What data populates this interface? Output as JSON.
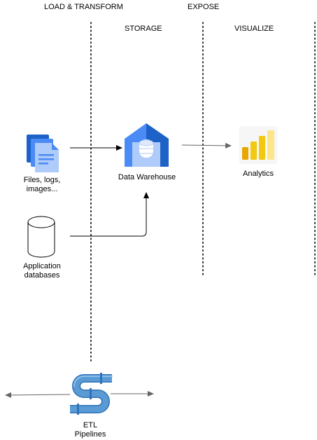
{
  "headers": {
    "load_transform": "LOAD & TRANSFORM",
    "storage": "STORAGE",
    "expose": "EXPOSE",
    "visualize": "VISUALIZE"
  },
  "nodes": {
    "files": {
      "line1": "Files, logs,",
      "line2": "images...",
      "icon": "files-icon"
    },
    "app_db": {
      "line1": "Application",
      "line2": "databases",
      "icon": "database-cylinder-icon"
    },
    "warehouse": {
      "label": "Data Warehouse",
      "icon": "data-warehouse-icon"
    },
    "analytics": {
      "label": "Analytics",
      "icon": "power-bi-icon"
    },
    "etl": {
      "line1": "ETL",
      "line2": "Pipelines",
      "icon": "pipeline-icon"
    }
  },
  "colors": {
    "blue_dark": "#1e62c8",
    "blue_mid": "#4a8bf5",
    "blue_light": "#aecbfa",
    "pipe_blue": "#5b9bd5",
    "pipe_light": "#8cc1ec",
    "pipe_dark": "#2f73b8",
    "gold_dark": "#e8a600",
    "gold_mid": "#f2c811",
    "gold_light": "#fde68a",
    "arrow_gray": "#666666"
  }
}
